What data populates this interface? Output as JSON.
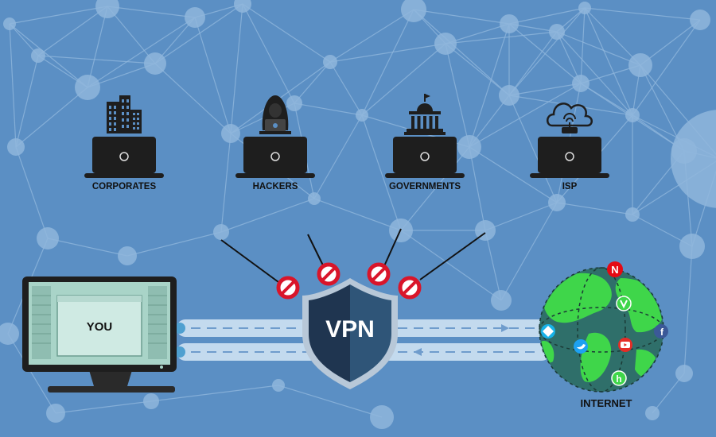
{
  "observers": [
    {
      "label": "CORPORATES",
      "icon": "building-icon"
    },
    {
      "label": "HACKERS",
      "icon": "hacker-icon"
    },
    {
      "label": "GOVERNMENTS",
      "icon": "government-building-icon"
    },
    {
      "label": "ISP",
      "icon": "cloud-router-icon"
    }
  ],
  "you_label": "YOU",
  "vpn_label": "VPN",
  "internet_label": "INTERNET",
  "colors": {
    "background": "#5b8fc4",
    "network_line": "#8fb6dc",
    "laptop": "#1e1e1e",
    "block_sign": "#d9152a",
    "shield_dark": "#1f3550",
    "shield_light": "#2f5578",
    "globe_sea": "#2f6f6a",
    "globe_land": "#3fd64a",
    "tunnel": "#c9def0"
  },
  "app_icons": [
    "netflix-icon",
    "torrent-icon",
    "facebook-icon",
    "youtube-icon",
    "twitter-icon",
    "kodi-icon",
    "hulu-icon"
  ]
}
